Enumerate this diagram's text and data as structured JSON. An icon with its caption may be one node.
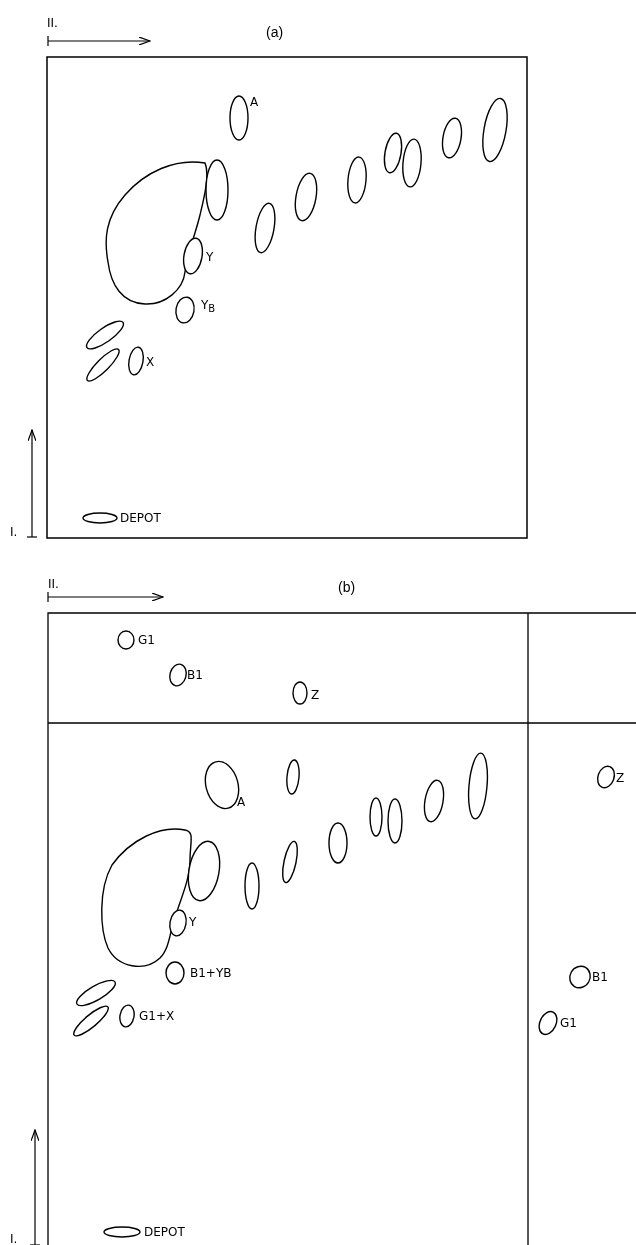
{
  "diagram": {
    "labels": [
      "II.",
      "(a)",
      "A",
      "Y",
      "Y$_{B}$",
      "X",
      "I.",
      "DEPOT",
      "II.",
      "(b)",
      "G1",
      "B1",
      "Z",
      "A",
      "Z",
      "Y",
      "B1+YB",
      "B1",
      "G1+X",
      "G1",
      "I.",
      "DEPOT"
    ]
  }
}
